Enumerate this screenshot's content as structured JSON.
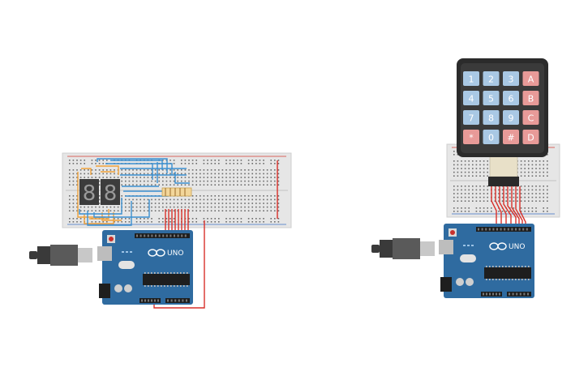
{
  "canvas": {
    "background": "#ffffff"
  },
  "colors": {
    "breadboard": "#e6e6e6",
    "breadboard_edge": "#cfcfcf",
    "hole": "#6b6b6b",
    "rail_red": "#d63a2f",
    "rail_blue": "#3a6fc4",
    "arduino": "#2f6ba0",
    "arduino_dark": "#24567f",
    "wire_red": "#d9302a",
    "wire_blue": "#3a8fd0",
    "wire_orange": "#f0a23a",
    "keypad_body": "#2b2b2b",
    "key_blue": "#a9c8e4",
    "key_red": "#e89a98",
    "seg_display": "#3c3c3c",
    "usb_cable": "#3a3a3a"
  },
  "left_circuit": {
    "display_digits": [
      "8",
      "8"
    ],
    "arduino_label": "UNO",
    "brand_icon": "arduino-infinity-icon",
    "usb_icon": "usb-cable-icon"
  },
  "right_circuit": {
    "keypad_keys": [
      [
        "1",
        "2",
        "3",
        "A"
      ],
      [
        "4",
        "5",
        "6",
        "B"
      ],
      [
        "7",
        "8",
        "9",
        "C"
      ],
      [
        "*",
        "0",
        "#",
        "D"
      ]
    ],
    "arduino_label": "UNO",
    "brand_icon": "arduino-infinity-icon",
    "usb_icon": "usb-cable-icon"
  }
}
